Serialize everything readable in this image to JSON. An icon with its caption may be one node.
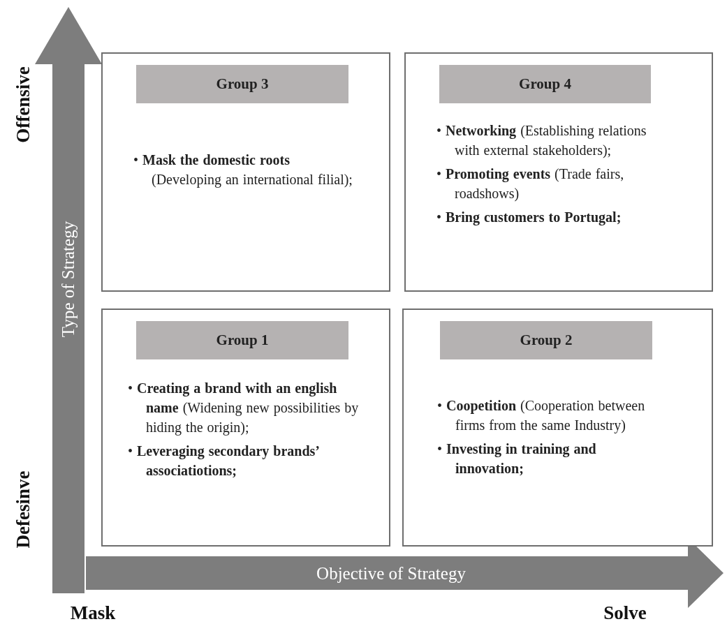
{
  "diagram": {
    "nodes": [
      {
        "text": [
          "Group 3",
          "• **Mask the domestic roots** (Developing an international filial);"
        ]
      },
      {
        "text": [
          "Group 4",
          "• **Networking** (Establishing relations with external stakeholders);",
          "• **Promoting events** (Trade fairs, roadshows)",
          "• **Bring customers to Portugal;**"
        ]
      },
      {
        "text": [
          "Group 1",
          "• **Creating a brand with an english name** (Widening new possibilities by hiding the origin);",
          "• **Leveraging secondary brands’ associatiotions;**"
        ]
      },
      {
        "text": [
          "Group 2",
          "• **Coopetition** (Cooperation between firms from the same Industry)",
          "• **Investing in training and innovation;**"
        ]
      }
    ],
    "labels": [
      "Offensive",
      "Type of Strategy",
      "Defesinve",
      "Objective of Strategy",
      "Mask",
      "Solve"
    ]
  }
}
